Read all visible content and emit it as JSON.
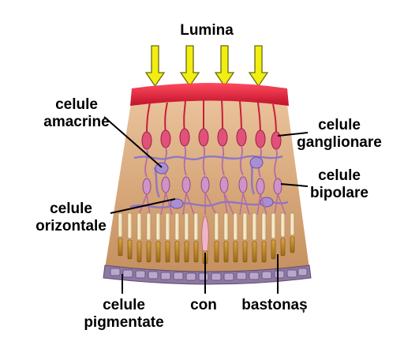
{
  "title": "Lumina",
  "labels": {
    "amacrine": [
      "celule",
      "amacrine"
    ],
    "ganglion": [
      "celule",
      "ganglionare"
    ],
    "bipolar": [
      "celule",
      "bipolare"
    ],
    "horizontal": [
      "celule",
      "orizontale"
    ],
    "pigment": [
      "celule",
      "pigmentate"
    ],
    "cone": "con",
    "rod": "bastonaș"
  },
  "colors": {
    "arrow": "#f2ee10",
    "arrow_outline": "#6b6a10",
    "retina_top": "#e0223c",
    "tissue": "#d8a97c",
    "ganglion_cell": "#e2517a",
    "bipolar_cell": "#cf93c9",
    "interneuron": "#a98ed4",
    "photoreceptor_outer": "#c08a24",
    "pigment_layer": "#8d78a2",
    "leader_line": "#000000"
  }
}
